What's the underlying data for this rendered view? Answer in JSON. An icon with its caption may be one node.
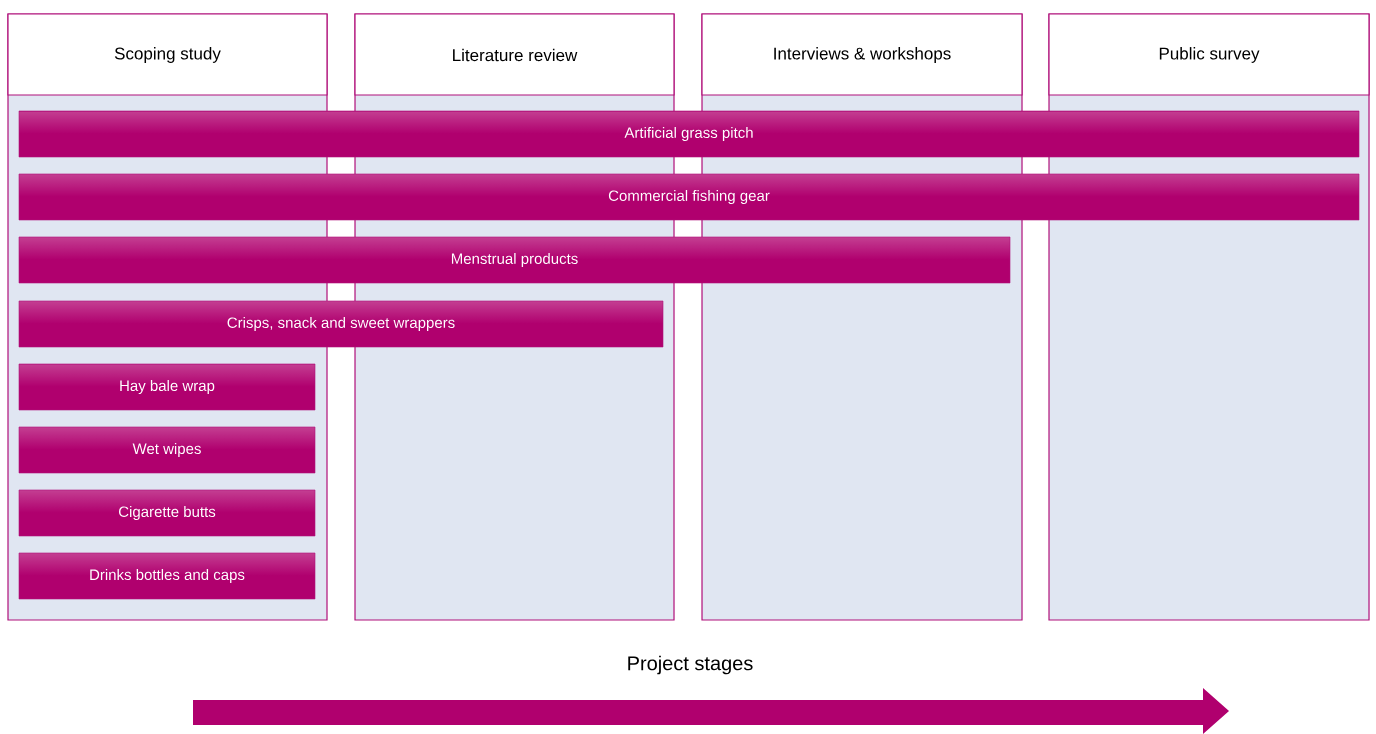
{
  "diagram": {
    "nodes": [
      {
        "text": [
          "Scoping study"
        ]
      },
      {
        "text": [
          "Literature review"
        ]
      },
      {
        "text": [
          "Interviews & workshops"
        ]
      },
      {
        "text": [
          "Public survey"
        ]
      },
      {
        "text": [
          "Artificial grass pitch"
        ]
      },
      {
        "text": [
          "Commercial fishing gear"
        ]
      },
      {
        "text": [
          "Menstrual products"
        ]
      },
      {
        "text": [
          "Crisps, snack and sweet wrappers"
        ]
      },
      {
        "text": [
          "Hay bale wrap"
        ],
        "in": 0
      },
      {
        "text": [
          "Wet wipes"
        ],
        "in": 0
      },
      {
        "text": [
          "Cigarette butts"
        ],
        "in": 0
      },
      {
        "text": [
          "Drinks bottles and caps"
        ],
        "in": 0
      }
    ],
    "labels": [
      "Project stages"
    ]
  }
}
